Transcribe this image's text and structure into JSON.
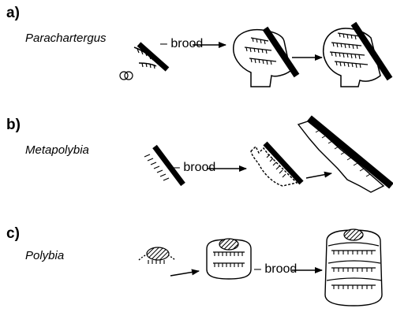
{
  "panels": [
    {
      "letter": "a)",
      "genus": "Parachartergus",
      "stage_label": "brood"
    },
    {
      "letter": "b)",
      "genus": "Metapolybia",
      "stage_label": "brood"
    },
    {
      "letter": "c)",
      "genus": "Polybia",
      "stage_label": "brood"
    }
  ]
}
